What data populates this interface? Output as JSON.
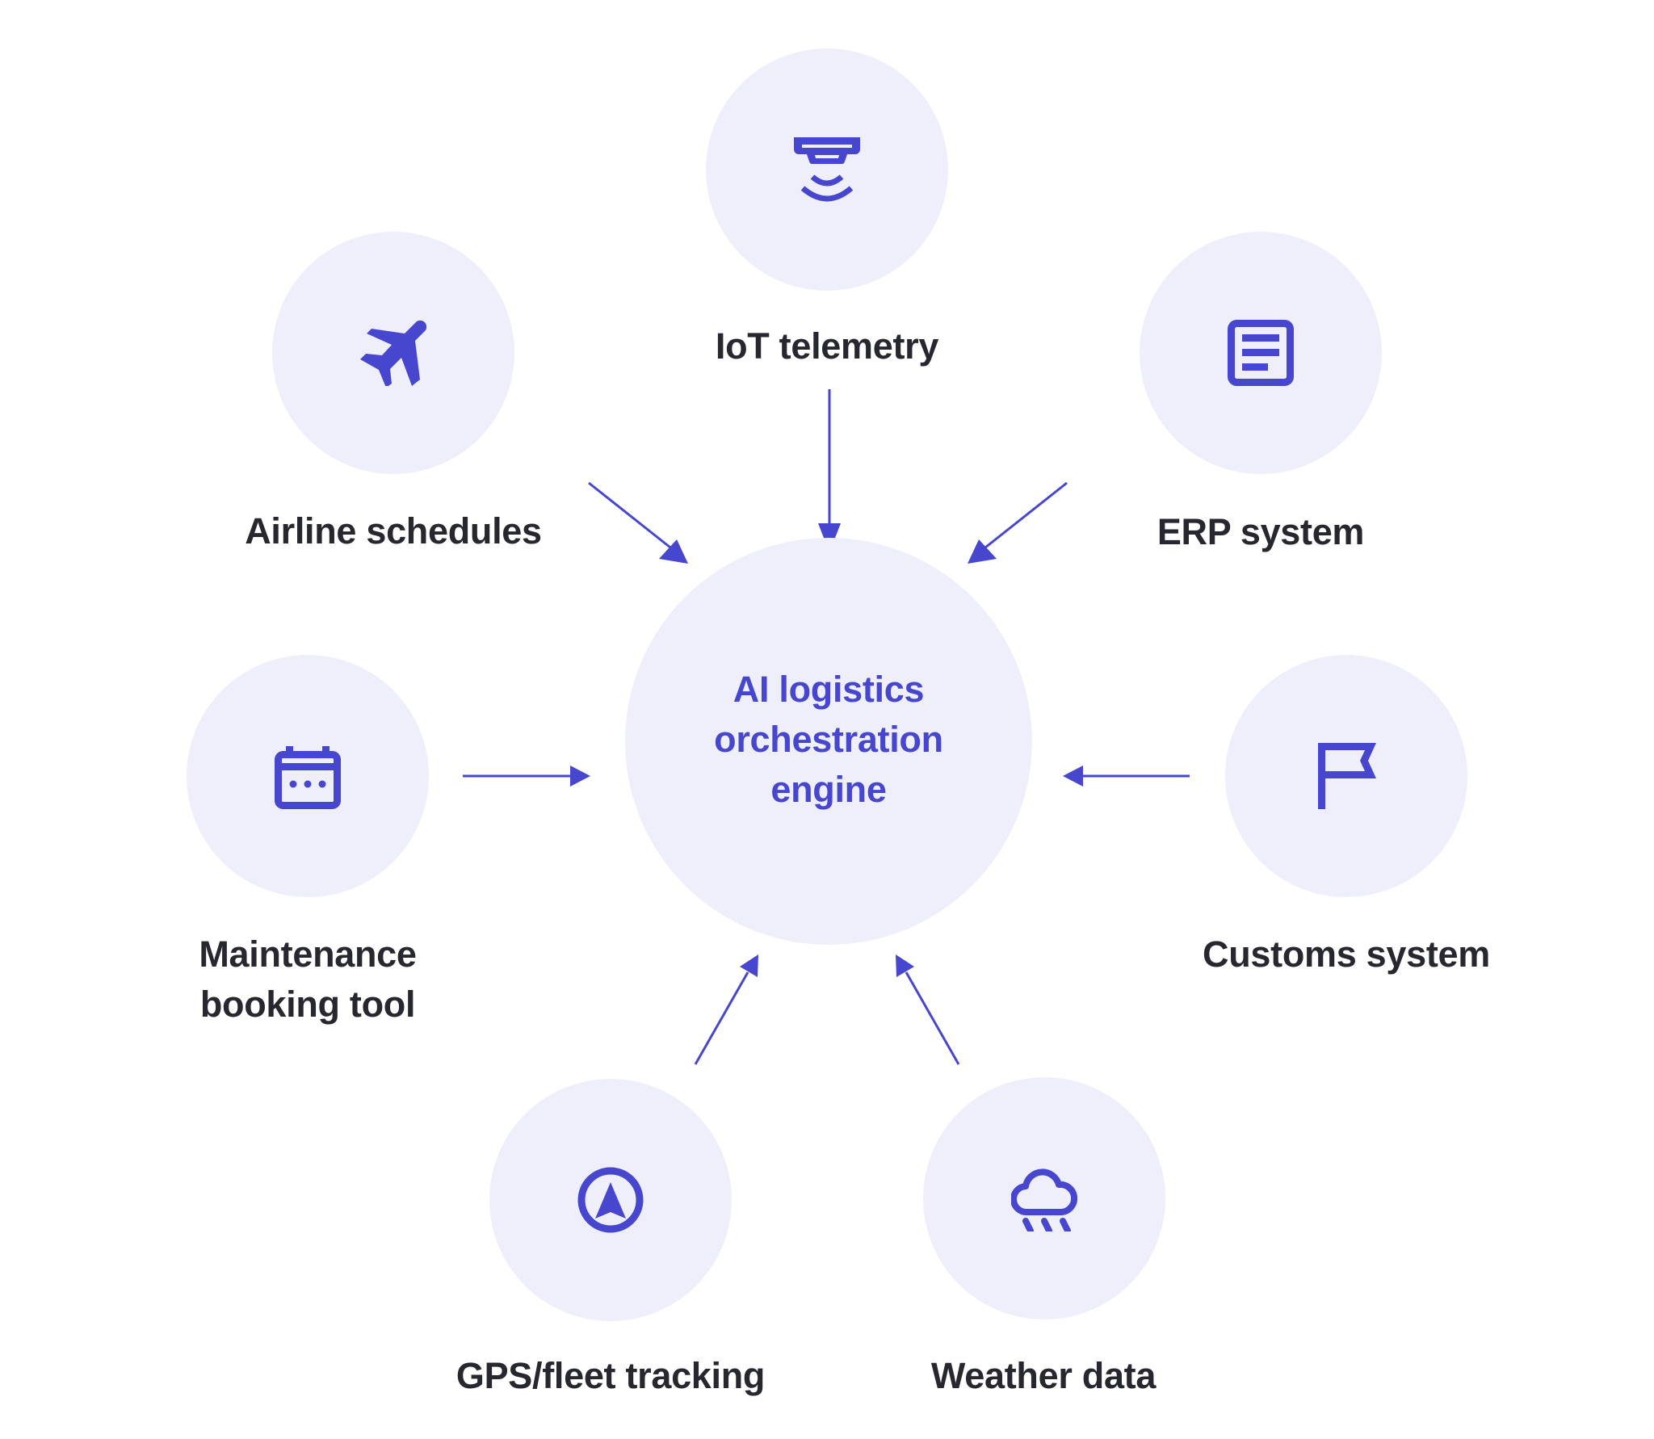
{
  "diagram": {
    "type": "hub-and-spoke",
    "colors": {
      "accent": "#4746CF",
      "circle_fill": "#EFEFFB",
      "label_text": "#27272F",
      "background": "#FFFFFF"
    },
    "hub": {
      "lines": [
        "AI logistics",
        "orchestration",
        "engine"
      ]
    },
    "sources": [
      {
        "id": "iot",
        "label_lines": [
          "IoT telemetry"
        ],
        "icon": "sensor-icon"
      },
      {
        "id": "erp",
        "label_lines": [
          "ERP system"
        ],
        "icon": "document-icon"
      },
      {
        "id": "customs",
        "label_lines": [
          "Customs system"
        ],
        "icon": "flag-icon"
      },
      {
        "id": "weather",
        "label_lines": [
          "Weather data"
        ],
        "icon": "cloud-rain-icon"
      },
      {
        "id": "gps",
        "label_lines": [
          "GPS/fleet tracking"
        ],
        "icon": "navigation-icon"
      },
      {
        "id": "maintenance",
        "label_lines": [
          "Maintenance",
          "booking tool"
        ],
        "icon": "calendar-icon"
      },
      {
        "id": "airline",
        "label_lines": [
          "Airline schedules"
        ],
        "icon": "airplane-icon"
      }
    ],
    "edges": [
      {
        "from": "iot",
        "to": "hub"
      },
      {
        "from": "erp",
        "to": "hub"
      },
      {
        "from": "customs",
        "to": "hub"
      },
      {
        "from": "weather",
        "to": "hub"
      },
      {
        "from": "gps",
        "to": "hub"
      },
      {
        "from": "maintenance",
        "to": "hub"
      },
      {
        "from": "airline",
        "to": "hub"
      }
    ]
  }
}
